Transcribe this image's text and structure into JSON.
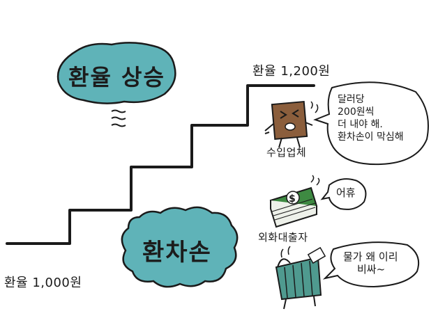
{
  "title": "환율 상승",
  "center_cloud": "환차손",
  "rate_high": "환율 1,200원",
  "rate_low": "환율 1,000원",
  "importer": {
    "label": "수입업체",
    "speech": [
      "달러당",
      "200원씩",
      "더 내야 해.",
      "환차손이 막심해"
    ]
  },
  "foreign_debt": {
    "label": "외화대출자",
    "speech": [
      "어휴"
    ]
  },
  "consumer": {
    "speech": [
      "물가 왜 이리",
      "비싸~"
    ]
  },
  "colors": {
    "cloud_fill": "#5fb3b8",
    "money_green": "#3e8a42",
    "basket_green": "#4f9a8f",
    "box_brown": "#8b5e3c",
    "ink": "#1a1a1a"
  }
}
